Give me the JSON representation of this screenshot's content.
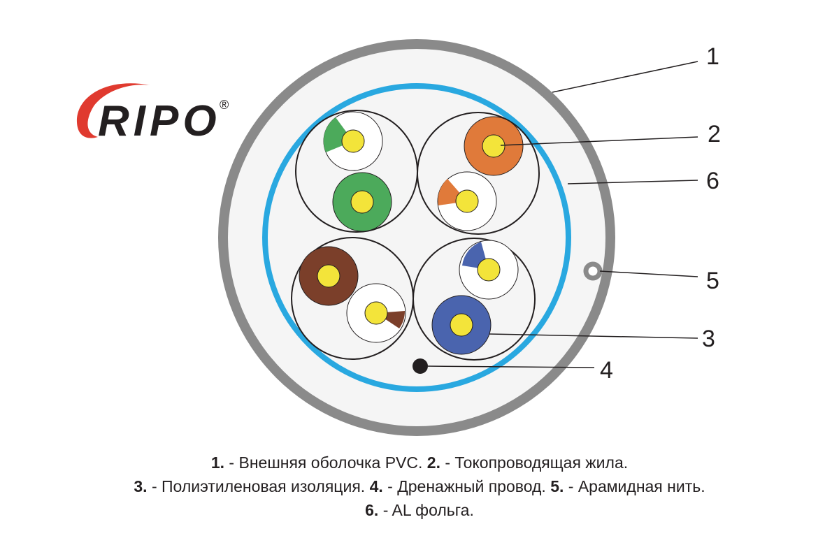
{
  "logo": {
    "text": "RIPO",
    "registered_mark": "®",
    "colors": {
      "swoosh": "#e03a2f",
      "text": "#231f20"
    }
  },
  "diagram": {
    "colors": {
      "outer_jacket": "#8a8a8a",
      "foil": "#29a8e0",
      "filling": "#f5f5f5",
      "conductor": "#f3e43a",
      "outline": "#231f20",
      "drain_wire": "#231f20",
      "green": "#4caa5b",
      "orange": "#e07a3a",
      "brown": "#7b3f2a",
      "blue": "#4a64ae",
      "white_insulation": "#ffffff"
    },
    "pairs": [
      {
        "name": "green-pair",
        "solid_color": "green"
      },
      {
        "name": "orange-pair",
        "solid_color": "orange"
      },
      {
        "name": "brown-pair",
        "solid_color": "brown"
      },
      {
        "name": "blue-pair",
        "solid_color": "blue"
      }
    ],
    "callouts": [
      {
        "id": "1",
        "label": "1"
      },
      {
        "id": "2",
        "label": "2"
      },
      {
        "id": "6",
        "label": "6"
      },
      {
        "id": "5",
        "label": "5"
      },
      {
        "id": "3",
        "label": "3"
      },
      {
        "id": "4",
        "label": "4"
      }
    ]
  },
  "legend": {
    "lines": [
      [
        {
          "num": "1.",
          "text": " - Внешняя оболочка PVC. "
        },
        {
          "num": "2.",
          "text": " - Токопроводящая жила."
        }
      ],
      [
        {
          "num": "3.",
          "text": " - Полиэтиленовая изоляция. "
        },
        {
          "num": "4.",
          "text": " - Дренажный провод. "
        },
        {
          "num": "5.",
          "text": " - Арамидная нить."
        }
      ],
      [
        {
          "num": "6.",
          "text": " - AL фольга."
        }
      ]
    ]
  }
}
